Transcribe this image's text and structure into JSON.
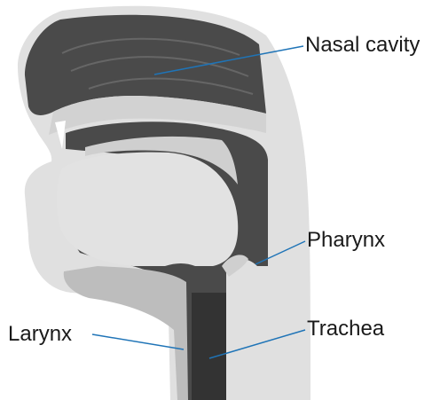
{
  "labels": {
    "nasal_cavity": "Nasal cavity",
    "pharynx": "Pharynx",
    "larynx": "Larynx",
    "trachea": "Trachea"
  },
  "colors": {
    "head_outline": "#d9d9d9",
    "tissue_light": "#e0e0e0",
    "tissue_mid": "#bdbdbd",
    "cavity_dark": "#4a4a4a",
    "cavity_darker": "#3b3b3b",
    "leader_line": "#1f74b7",
    "text": "#1a1a1a"
  }
}
